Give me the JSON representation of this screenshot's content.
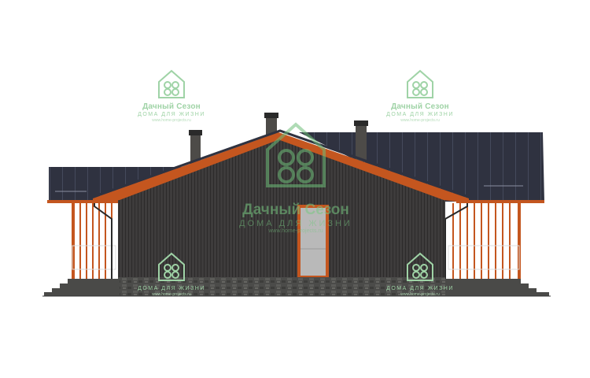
{
  "watermark": {
    "brand": "Дачный Сезон",
    "tagline": "ДОМА ДЛЯ ЖИЗНИ",
    "url": "www.home-projects.ru",
    "color": "#9fd3a6"
  },
  "colors": {
    "roof": "#2f3240",
    "wall": "#3c3a3a",
    "trim": "#c4561f",
    "stone": "#4a4a48",
    "door_glass": "#b9b9b9"
  }
}
